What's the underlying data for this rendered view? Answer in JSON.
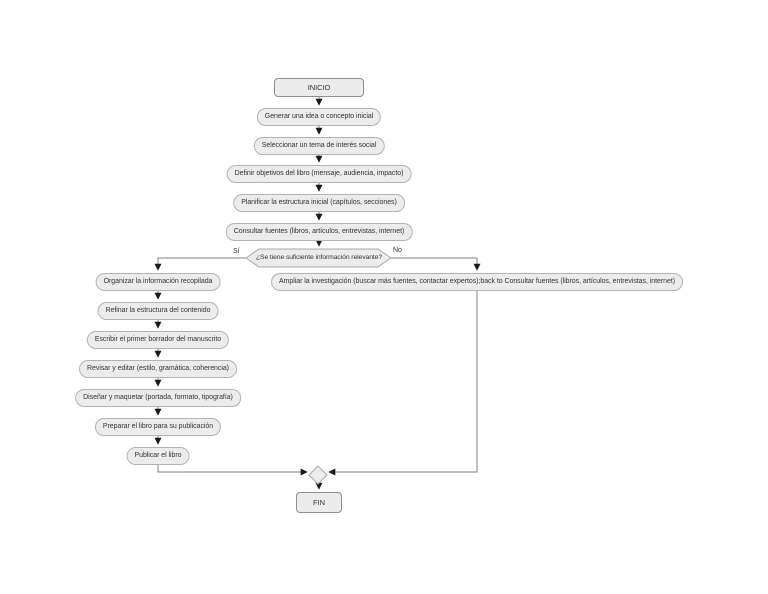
{
  "diagram": {
    "type": "flowchart",
    "language": "es",
    "colors": {
      "background": "#ffffff",
      "node_fill": "#ececec",
      "node_border": "#b3b3b3",
      "edge_line": "#808080",
      "arrowhead": "#1a1a1a",
      "text": "#333333"
    },
    "nodes": {
      "inicio": "INICIO",
      "generar": "Generar una idea o concepto inicial",
      "seleccionar": "Seleccionar un tema de interés social",
      "definir": "Definir objetivos del libro (mensaje, audiencia, impacto)",
      "planificar": "Planificar la estructura inicial (capítulos, secciones)",
      "consultar": "Consultar fuentes (libros, artículos, entrevistas, internet)",
      "decision": "¿Se tiene suficiente información relevante?",
      "organizar": "Organizar la información recopilada",
      "refinar": "Refinar la estructura del contenido",
      "escribir": "Escribir el primer borrador del manuscrito",
      "revisar": "Revisar y editar (estilo, gramática, coherencia)",
      "disenar": "Diseñar y maquetar (portada, formato, tipografía)",
      "preparar": "Preparar el libro para su publicación",
      "publicar": "Publicar el libro",
      "ampliar": "Ampliar la investigación (buscar más fuentes, contactar expertos);back to Consultar fuentes (libros, artículos, entrevistas, internet)",
      "fin": "FIN"
    },
    "edge_labels": {
      "yes": "Sí",
      "no": "No"
    }
  }
}
